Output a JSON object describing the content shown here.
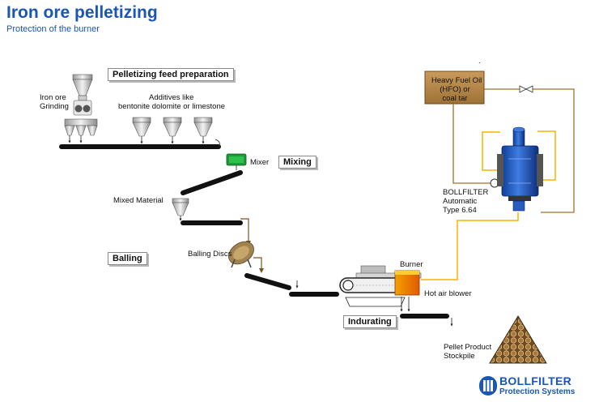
{
  "header": {
    "title": "Iron ore pelletizing",
    "subtitle": "Protection of the burner"
  },
  "stages": {
    "feed_preparation": "Pelletizing feed preparation",
    "mixing": "Mixing",
    "balling": "Balling",
    "indurating": "Indurating"
  },
  "labels": {
    "iron_ore_line1": "Iron ore",
    "iron_ore_line2": "Grinding",
    "additives_line1": "Additives like",
    "additives_line2": "bentonite dolomite or limestone",
    "mixer": "Mixer",
    "mixed_material": "Mixed Material",
    "balling_discs": "Balling Discs",
    "burner": "Burner",
    "hot_air_blower": "Hot air blower",
    "pellet_product_line1": "Pellet Product",
    "pellet_product_line2": "Stockpile",
    "fuel_line1": "Heavy Fuel Oil",
    "fuel_line2": "(HFO) or",
    "fuel_line3": "coal tar",
    "filter_line1": "BOLLFILTER",
    "filter_line2": "Automatic",
    "filter_line3": "Type 6.64",
    "dot": "."
  },
  "logo": {
    "name": "BOLLFILTER",
    "tagline": "Protection Systems"
  },
  "colors": {
    "brand_blue": "#1a56b5",
    "fuel_line": "#a0712b",
    "hot_line": "#f5b400",
    "belt": "#111111",
    "mixer_green": "#1e9a3a",
    "fuel_tank": "#b98a4d"
  }
}
